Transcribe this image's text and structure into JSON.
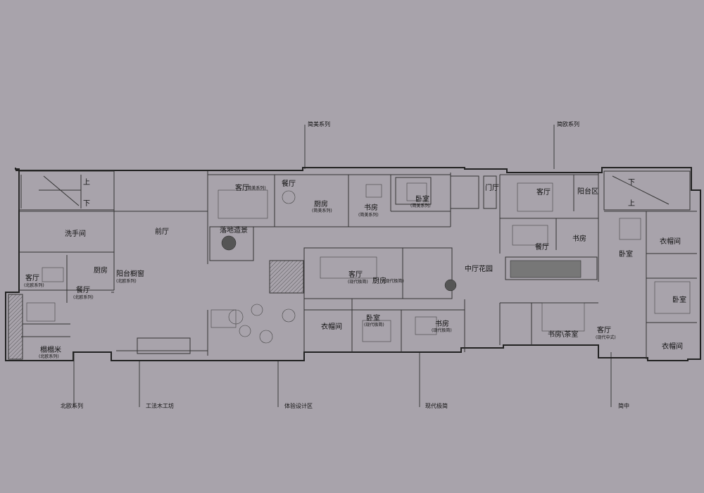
{
  "categories": {
    "jianmei": "简美系列",
    "jianou": "简欧系列",
    "beiou": "北欧系列",
    "gongfa": "工法木工坊",
    "tiyan": "体验设计区",
    "xiandai": "现代极简",
    "jianzhong": "简中"
  },
  "rooms": {
    "qianting": "前厅",
    "xishoujian": "洗手间",
    "shang1": "上",
    "xia1": "下",
    "shang2": "上",
    "xia2": "下",
    "beiou_keting": "客厅",
    "beiou_keting_sub": "(北欧系列)",
    "beiou_canting": "餐厅",
    "beiou_canting_sub": "(北欧系列)",
    "beiou_chufang": "厨房",
    "beiou_yangtai": "阳台橱窗",
    "beiou_yangtai_sub": "(北欧系列)",
    "beiou_tamami": "榻榻米",
    "beiou_tamami_sub": "(北欧系列)",
    "jm_keting": "客厅",
    "jm_keting_sub": "(简美系列)",
    "jm_canting": "餐厅",
    "jm_chufang": "厨房",
    "jm_chufang_sub": "(简美系列)",
    "jm_shufang": "书房",
    "jm_shufang_sub": "(简美系列)",
    "jm_woshi": "卧室",
    "jm_woshi_sub": "(简美系列)",
    "jm_luodi": "落地造景",
    "xd_keting": "客厅",
    "xd_keting_sub": "(现代极简)",
    "xd_chufang": "厨房",
    "xd_chufang_sub": "(现代极简)",
    "xd_yimaojian": "衣帽间",
    "xd_woshi": "卧室",
    "xd_woshi_sub": "(现代极简)",
    "xd_shufang": "书房",
    "xd_shufang_sub": "(现代极简)",
    "zhongting": "中厅花园",
    "men": "门厅",
    "jo_keting": "客厅",
    "jo_yangtai": "阳台区",
    "jo_canting": "餐厅",
    "jo_shufang": "书房",
    "jo_woshi": "卧室",
    "jo_yimaojian": "衣帽间",
    "jz_keting": "客厅",
    "jz_keting_sub": "(现代中式)",
    "jz_shufang": "书房\\茶室",
    "jz_woshi": "卧室",
    "jz_yimaojian": "衣帽间"
  }
}
